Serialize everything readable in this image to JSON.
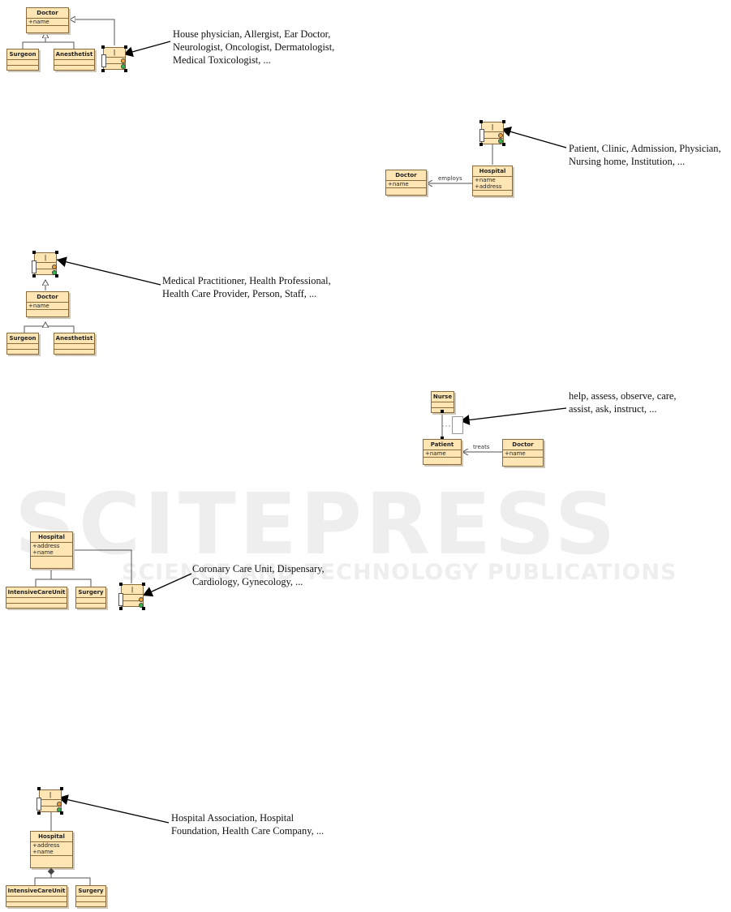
{
  "watermark": {
    "main": "SCITEPRESS",
    "sub": "SCIENCE AND TECHNOLOGY PUBLICATIONS"
  },
  "d1": {
    "doctor": {
      "name": "Doctor",
      "attr": "+name"
    },
    "surgeon": "Surgeon",
    "anesthetist": "Anesthetist",
    "note_lines": [
      "House physician, Allergist, Ear Doctor,",
      "Neurologist, Oncologist, Dermatologist,",
      "Medical Toxicologist, ..."
    ]
  },
  "d2": {
    "doctor": {
      "name": "Doctor",
      "attr": "+name"
    },
    "hospital": {
      "name": "Hospital",
      "attrs": [
        "+name",
        "+address"
      ]
    },
    "assoc_label": "employs",
    "note_lines": [
      "Patient, Clinic, Admission, Physician,",
      "Nursing home, Institution, ..."
    ]
  },
  "d3": {
    "doctor": {
      "name": "Doctor",
      "attr": "+name"
    },
    "surgeon": "Surgeon",
    "anesthetist": "Anesthetist",
    "note_lines": [
      "Medical Practitioner, Health Professional,",
      "Health Care Provider, Person, Staff, ..."
    ]
  },
  "d4": {
    "nurse": "Nurse",
    "patient": {
      "name": "Patient",
      "attr": "+name"
    },
    "doctor": {
      "name": "Doctor",
      "attr": "+name"
    },
    "assoc_label": "treats",
    "note_lines": [
      "help, assess, observe, care,",
      "assist, ask, instruct, ..."
    ]
  },
  "d5": {
    "hospital": {
      "name": "Hospital",
      "attrs": [
        "+address",
        "+name"
      ]
    },
    "icu": "IntensiveCareUnit",
    "surgery": "Surgery",
    "note_lines": [
      "Coronary Care Unit, Dispensary,",
      "Cardiology, Gynecology, ..."
    ]
  },
  "d6": {
    "hospital": {
      "name": "Hospital",
      "attrs": [
        "+address",
        "+name"
      ]
    },
    "icu": "IntensiveCareUnit",
    "surgery": "Surgery",
    "note_lines": [
      "Hospital Association, Hospital",
      "Foundation, Health Care Company, ..."
    ]
  }
}
